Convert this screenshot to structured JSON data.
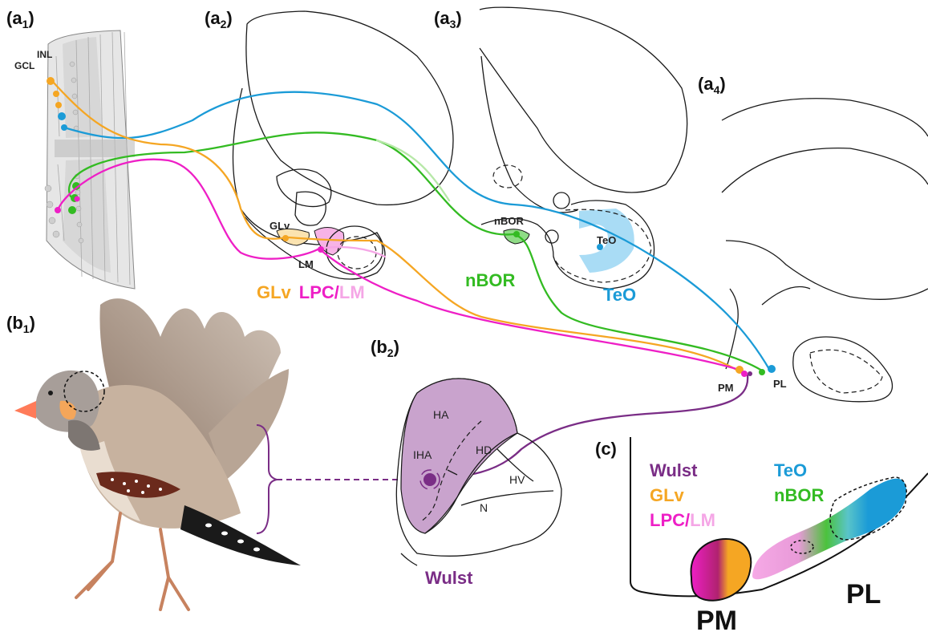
{
  "panels": {
    "a1": {
      "label": "(a",
      "sub": "1",
      "close": ")",
      "gcl": "GCL",
      "inl": "INL"
    },
    "a2": {
      "label": "(a",
      "sub": "2",
      "close": ")",
      "glv_small": "GLv",
      "lm_small": "LM",
      "glv": "GLv",
      "lpc": "LPC",
      "slash": "/",
      "lm": "LM"
    },
    "a3": {
      "label": "(a",
      "sub": "3",
      "close": ")",
      "nbor_small": "nBOR",
      "teo_small": "TeO",
      "nbor": "nBOR",
      "teo": "TeO"
    },
    "a4": {
      "label": "(a",
      "sub": "4",
      "close": ")",
      "pm_small": "PM",
      "pl_small": "PL"
    },
    "b1": {
      "label": "(b",
      "sub": "1",
      "close": ")"
    },
    "b2": {
      "label": "(b",
      "sub": "2",
      "close": ")",
      "ha": "HA",
      "iha": "IHA",
      "hd": "HD",
      "hv": "HV",
      "n": "N",
      "wulst": "Wulst"
    },
    "c": {
      "label": "(c)",
      "wulst": "Wulst",
      "glv": "GLv",
      "lpc": "LPC",
      "slash": "/",
      "lm": "LM",
      "teo": "TeO",
      "nbor": "nBOR",
      "pm": "PM",
      "pl": "PL"
    }
  },
  "colors": {
    "teo": "#1b9bd7",
    "nbor": "#33bb22",
    "glv": "#f5a623",
    "lpc": "#ee1fc6",
    "lm": "#f5a6e6",
    "wulst": "#7a2d86",
    "wulst_fill": "#c9a3cd",
    "teo_fill": "#a9dcf5"
  }
}
